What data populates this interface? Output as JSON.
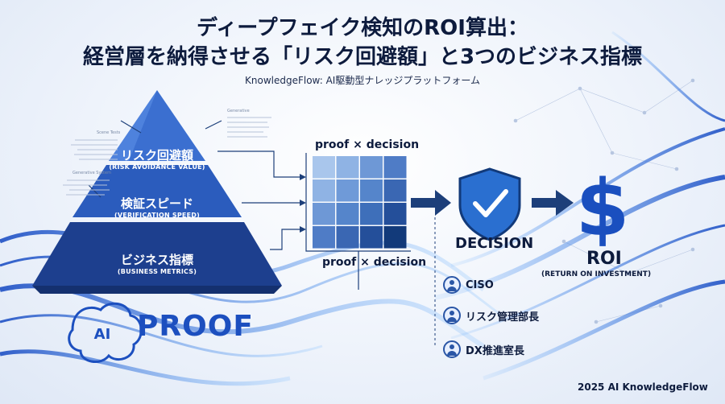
{
  "title_line1": "ディープフェイク検知のROI算出：",
  "title_line2": "経営層を納得させる「リスク回避額」と3つのビジネス指標",
  "subtitle": "KnowledgeFlow: AI駆動型ナレッジプラットフォーム",
  "pyramid": [
    {
      "jp": "リスク回避額",
      "en": "(RISK AVOIDANCE VALUE)"
    },
    {
      "jp": "検証スピード",
      "en": "(VERIFICATION SPEED)"
    },
    {
      "jp": "ビジネス指標",
      "en": "(BUSINESS METRICS)"
    }
  ],
  "side_notes": {
    "generative": "Generative",
    "scene_tests": "Scene Tests",
    "generative_system": "Generative System"
  },
  "grid_title_top": "proof × decision",
  "grid_title_bottom": "proof × decision",
  "grid_colors": [
    "#a9c6ec",
    "#8fb3e4",
    "#6e98d6",
    "#4f7cc6",
    "#8fb3e4",
    "#6f9ad8",
    "#5585cb",
    "#3a67b3",
    "#6e98d6",
    "#5585cb",
    "#3e6fba",
    "#244f9a",
    "#4f7cc6",
    "#3a67b3",
    "#244f9a",
    "#123a7a"
  ],
  "decision_label": "DECISION",
  "roi_label": "ROI",
  "roi_sub": "(RETURN ON INVESTMENT)",
  "stakeholders": [
    "CISO",
    "リスク管理部長",
    "DX推進室長"
  ],
  "brand": {
    "ai": "AI",
    "proof": "PROOF"
  },
  "footer": "2025 AI KnowledgeFlow",
  "colors": {
    "navy": "#0d1b3d",
    "accent": "#1c4fbf",
    "shield": "#2a6fd0",
    "arrow": "#1d3f7a"
  }
}
